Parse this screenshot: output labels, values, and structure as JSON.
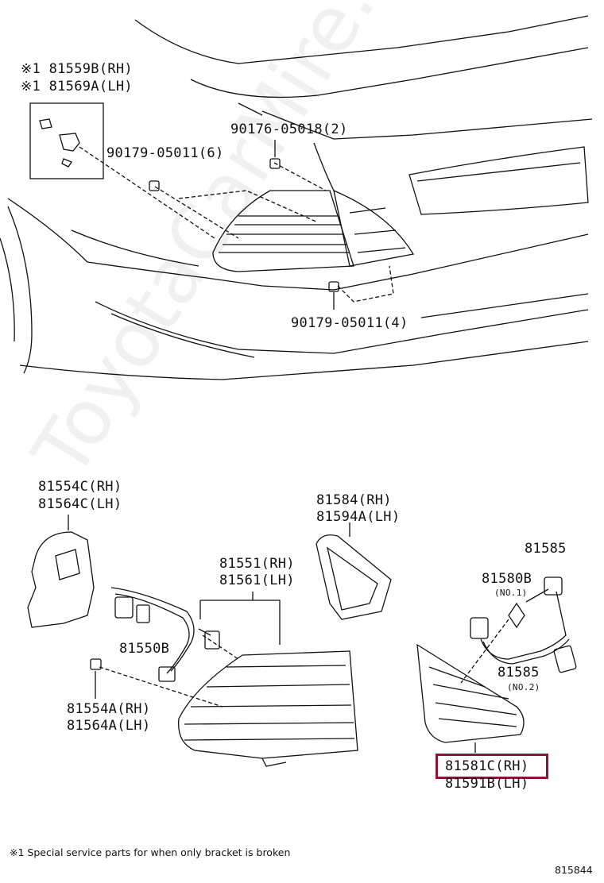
{
  "top_section": {
    "bracket_rh": "※1 81559B(RH)",
    "bracket_lh": "※1 81569A(LH)",
    "nut_90179_top": "90179-05011(6)",
    "clip_90176": "90176-05018(2)",
    "nut_90179_bottom": "90179-05011(4)"
  },
  "bottom_section": {
    "cover_rh": "81554C(RH)",
    "cover_lh": "81564C(LH)",
    "gasket_rh": "81584(RH)",
    "gasket_lh": "81594A(LH)",
    "lamp_rh": "81551(RH)",
    "lamp_lh": "81561(LH)",
    "socket_81550b": "81550B",
    "nut_rh": "81554A(RH)",
    "nut_lh": "81564A(LH)",
    "bulb_81585_top": "81585",
    "socket_81580b": "81580B",
    "no1": "(NO.1)",
    "bulb_81585_mid": "81585",
    "no2": "(NO.2)",
    "inner_lamp_rh": "81581C(RH)",
    "inner_lamp_lh": "81591B(LH)"
  },
  "footnote": "※1 Special service parts for when only bracket is broken",
  "figure_id": "815844",
  "watermark": "ToyotaCarMire.ru",
  "highlight_color": "#8b1538"
}
